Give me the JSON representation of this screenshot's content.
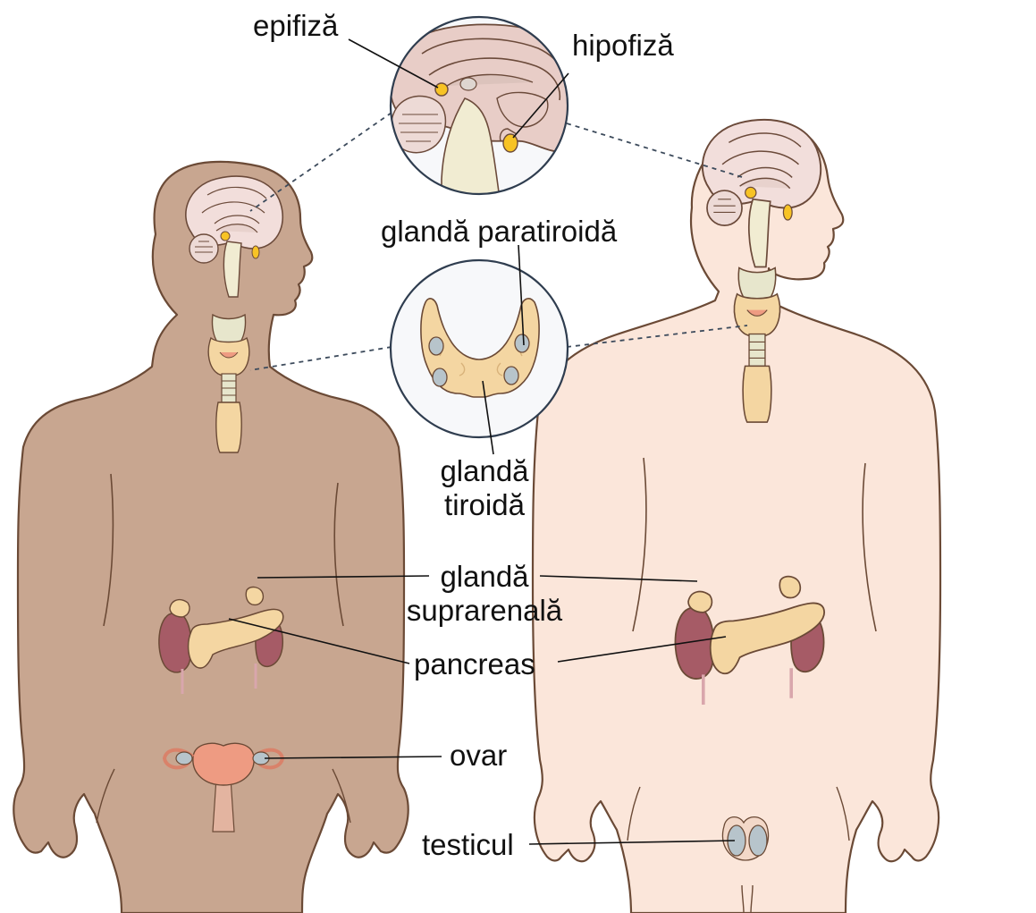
{
  "labels": {
    "pineal": "epifiză",
    "pituitary": "hipofiză",
    "parathyroid": "glandă paratiroidă",
    "thyroid_line1": "glandă",
    "thyroid_line2": "tiroidă",
    "adrenal_line1": "glandă",
    "adrenal_line2": "suprarenală",
    "pancreas": "pancreas",
    "ovary": "ovar",
    "testis": "testicul"
  },
  "colors": {
    "female_skin": "#c8a690",
    "male_skin": "#fbe6da",
    "body_outline": "#6b4a36",
    "brain": "#f2dedb",
    "brain_stroke": "#6b4a3a",
    "cerebellum": "#eddad6",
    "brainstem": "#f1ecd2",
    "gland_yellow": "#f7c325",
    "thyroid": "#f4d6a2",
    "parathyroid": "#b7c4cb",
    "trachea": "#e7e6cc",
    "kidney": "#a65b66",
    "pancreas": "#f4d6a2",
    "uterus": "#ee9b82",
    "testis": "#b7c4cb",
    "inset_bg": "#f7f8fa",
    "inset_stroke": "#2f3d4f"
  }
}
